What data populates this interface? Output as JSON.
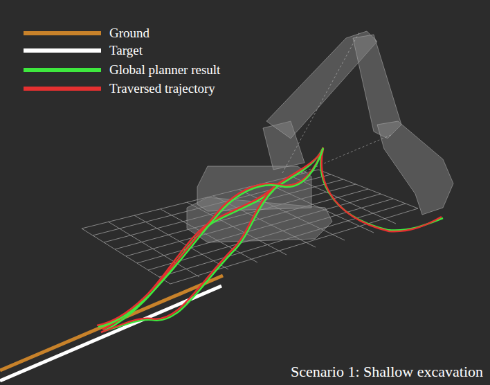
{
  "diagram": {
    "caption": "Scenario 1: Shallow excavation",
    "legend": [
      {
        "text": "Ground"
      },
      {
        "text": "Target"
      },
      {
        "text": "Global planner result"
      },
      {
        "text": "Traversed trajectory"
      }
    ]
  }
}
